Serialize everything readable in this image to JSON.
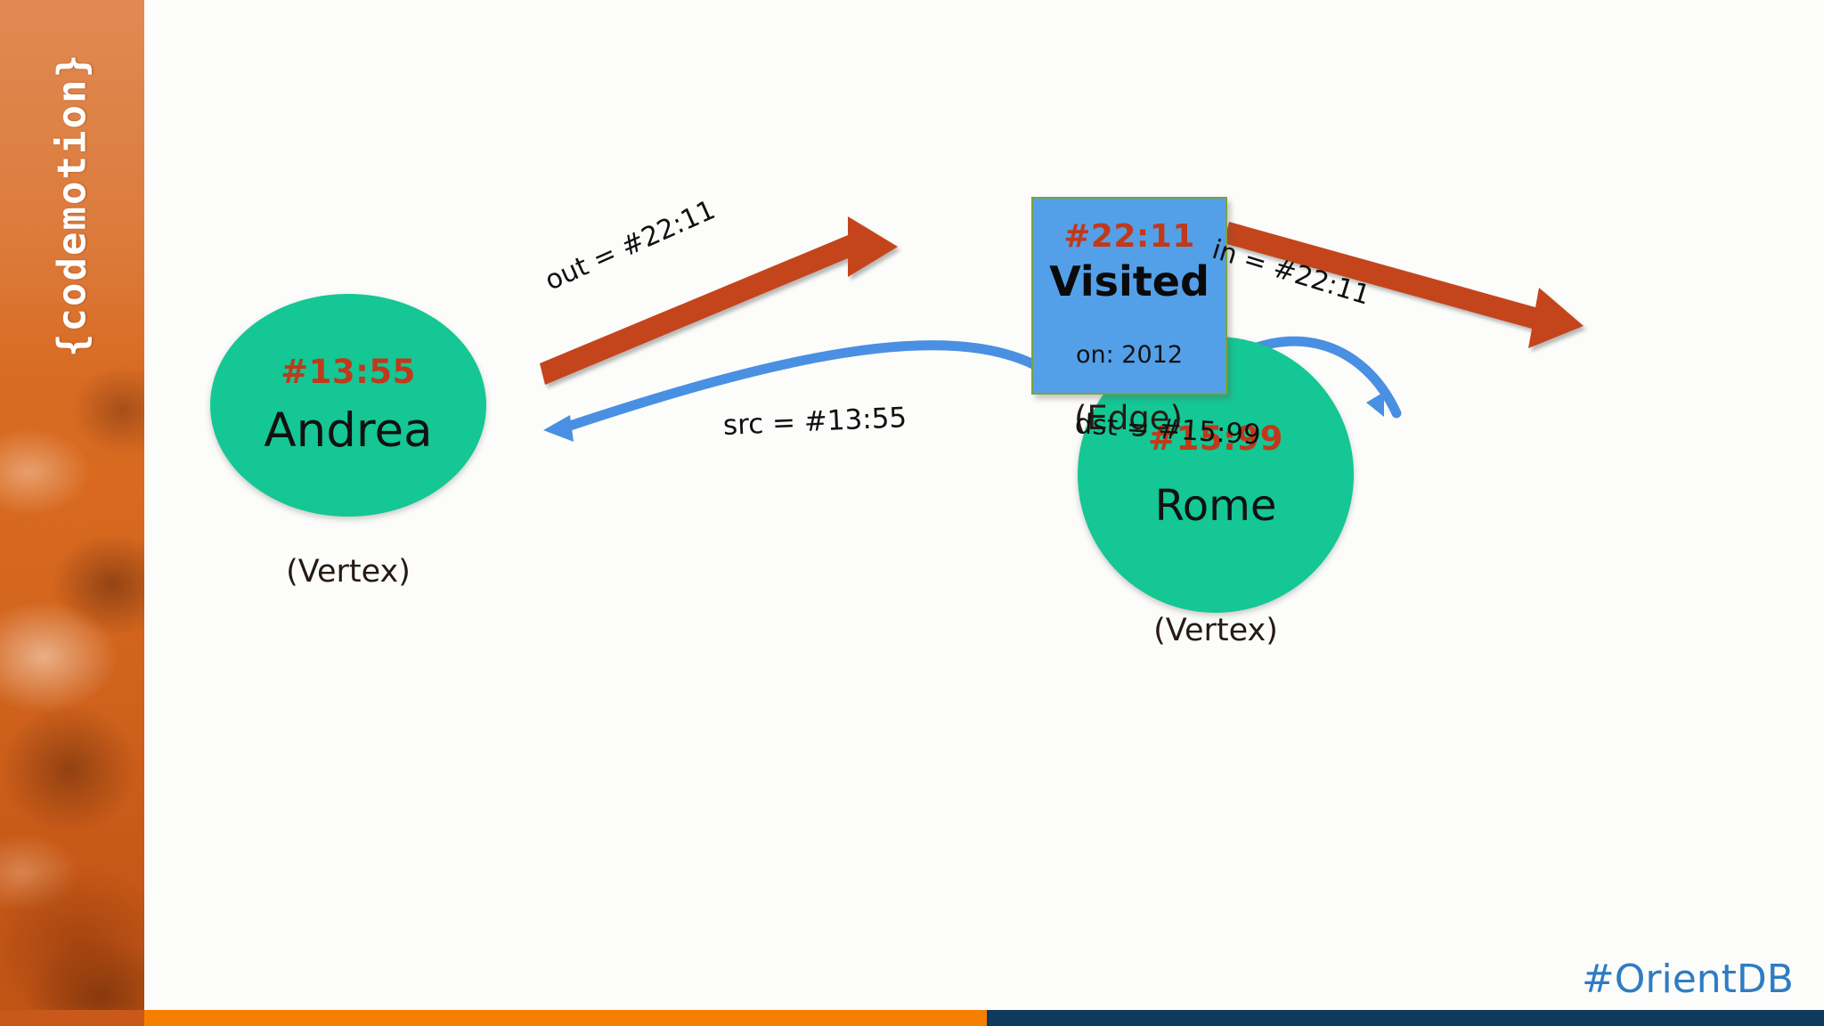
{
  "slide": {
    "background_color": "#fcfdfa",
    "hashtag": "#OrientDB"
  },
  "sidebar": {
    "brand": "{codemotion}",
    "background_color": "#d8691f",
    "photo_alt": "crowd-photo-orange-duotone"
  },
  "diagram": {
    "type": "graph-model",
    "vertices": [
      {
        "key": "andrea",
        "rid": "#13:55",
        "name": "Andrea",
        "caption": "(Vertex)",
        "color": "#14c794",
        "rid_color": "#c0391b"
      },
      {
        "key": "rome",
        "rid": "#15:99",
        "name": "Rome",
        "caption": "(Vertex)",
        "color": "#14c794",
        "rid_color": "#c0391b"
      }
    ],
    "edge": {
      "rid": "#22:11",
      "name": "Visited",
      "property": "on: 2012",
      "caption": "(Edge)",
      "color": "#54a0e8",
      "border_color": "#7aa33f",
      "rid_color": "#c0391b"
    },
    "connections": [
      {
        "key": "out",
        "label": "out = #22:11",
        "color": "#c4451f",
        "from": "andrea",
        "to": "edge"
      },
      {
        "key": "in",
        "label": "in = #22:11",
        "color": "#c4451f",
        "from": "edge",
        "to": "rome"
      },
      {
        "key": "src",
        "label": "src = #13:55",
        "color": "#4a90e2",
        "from": "edge",
        "to": "andrea"
      },
      {
        "key": "dst",
        "label": "dst = #15:99",
        "color": "#4a90e2",
        "from": "edge",
        "to": "rome"
      }
    ]
  },
  "footer": {
    "orange_color": "#f77f00",
    "navy_color": "#0e3a5e"
  }
}
